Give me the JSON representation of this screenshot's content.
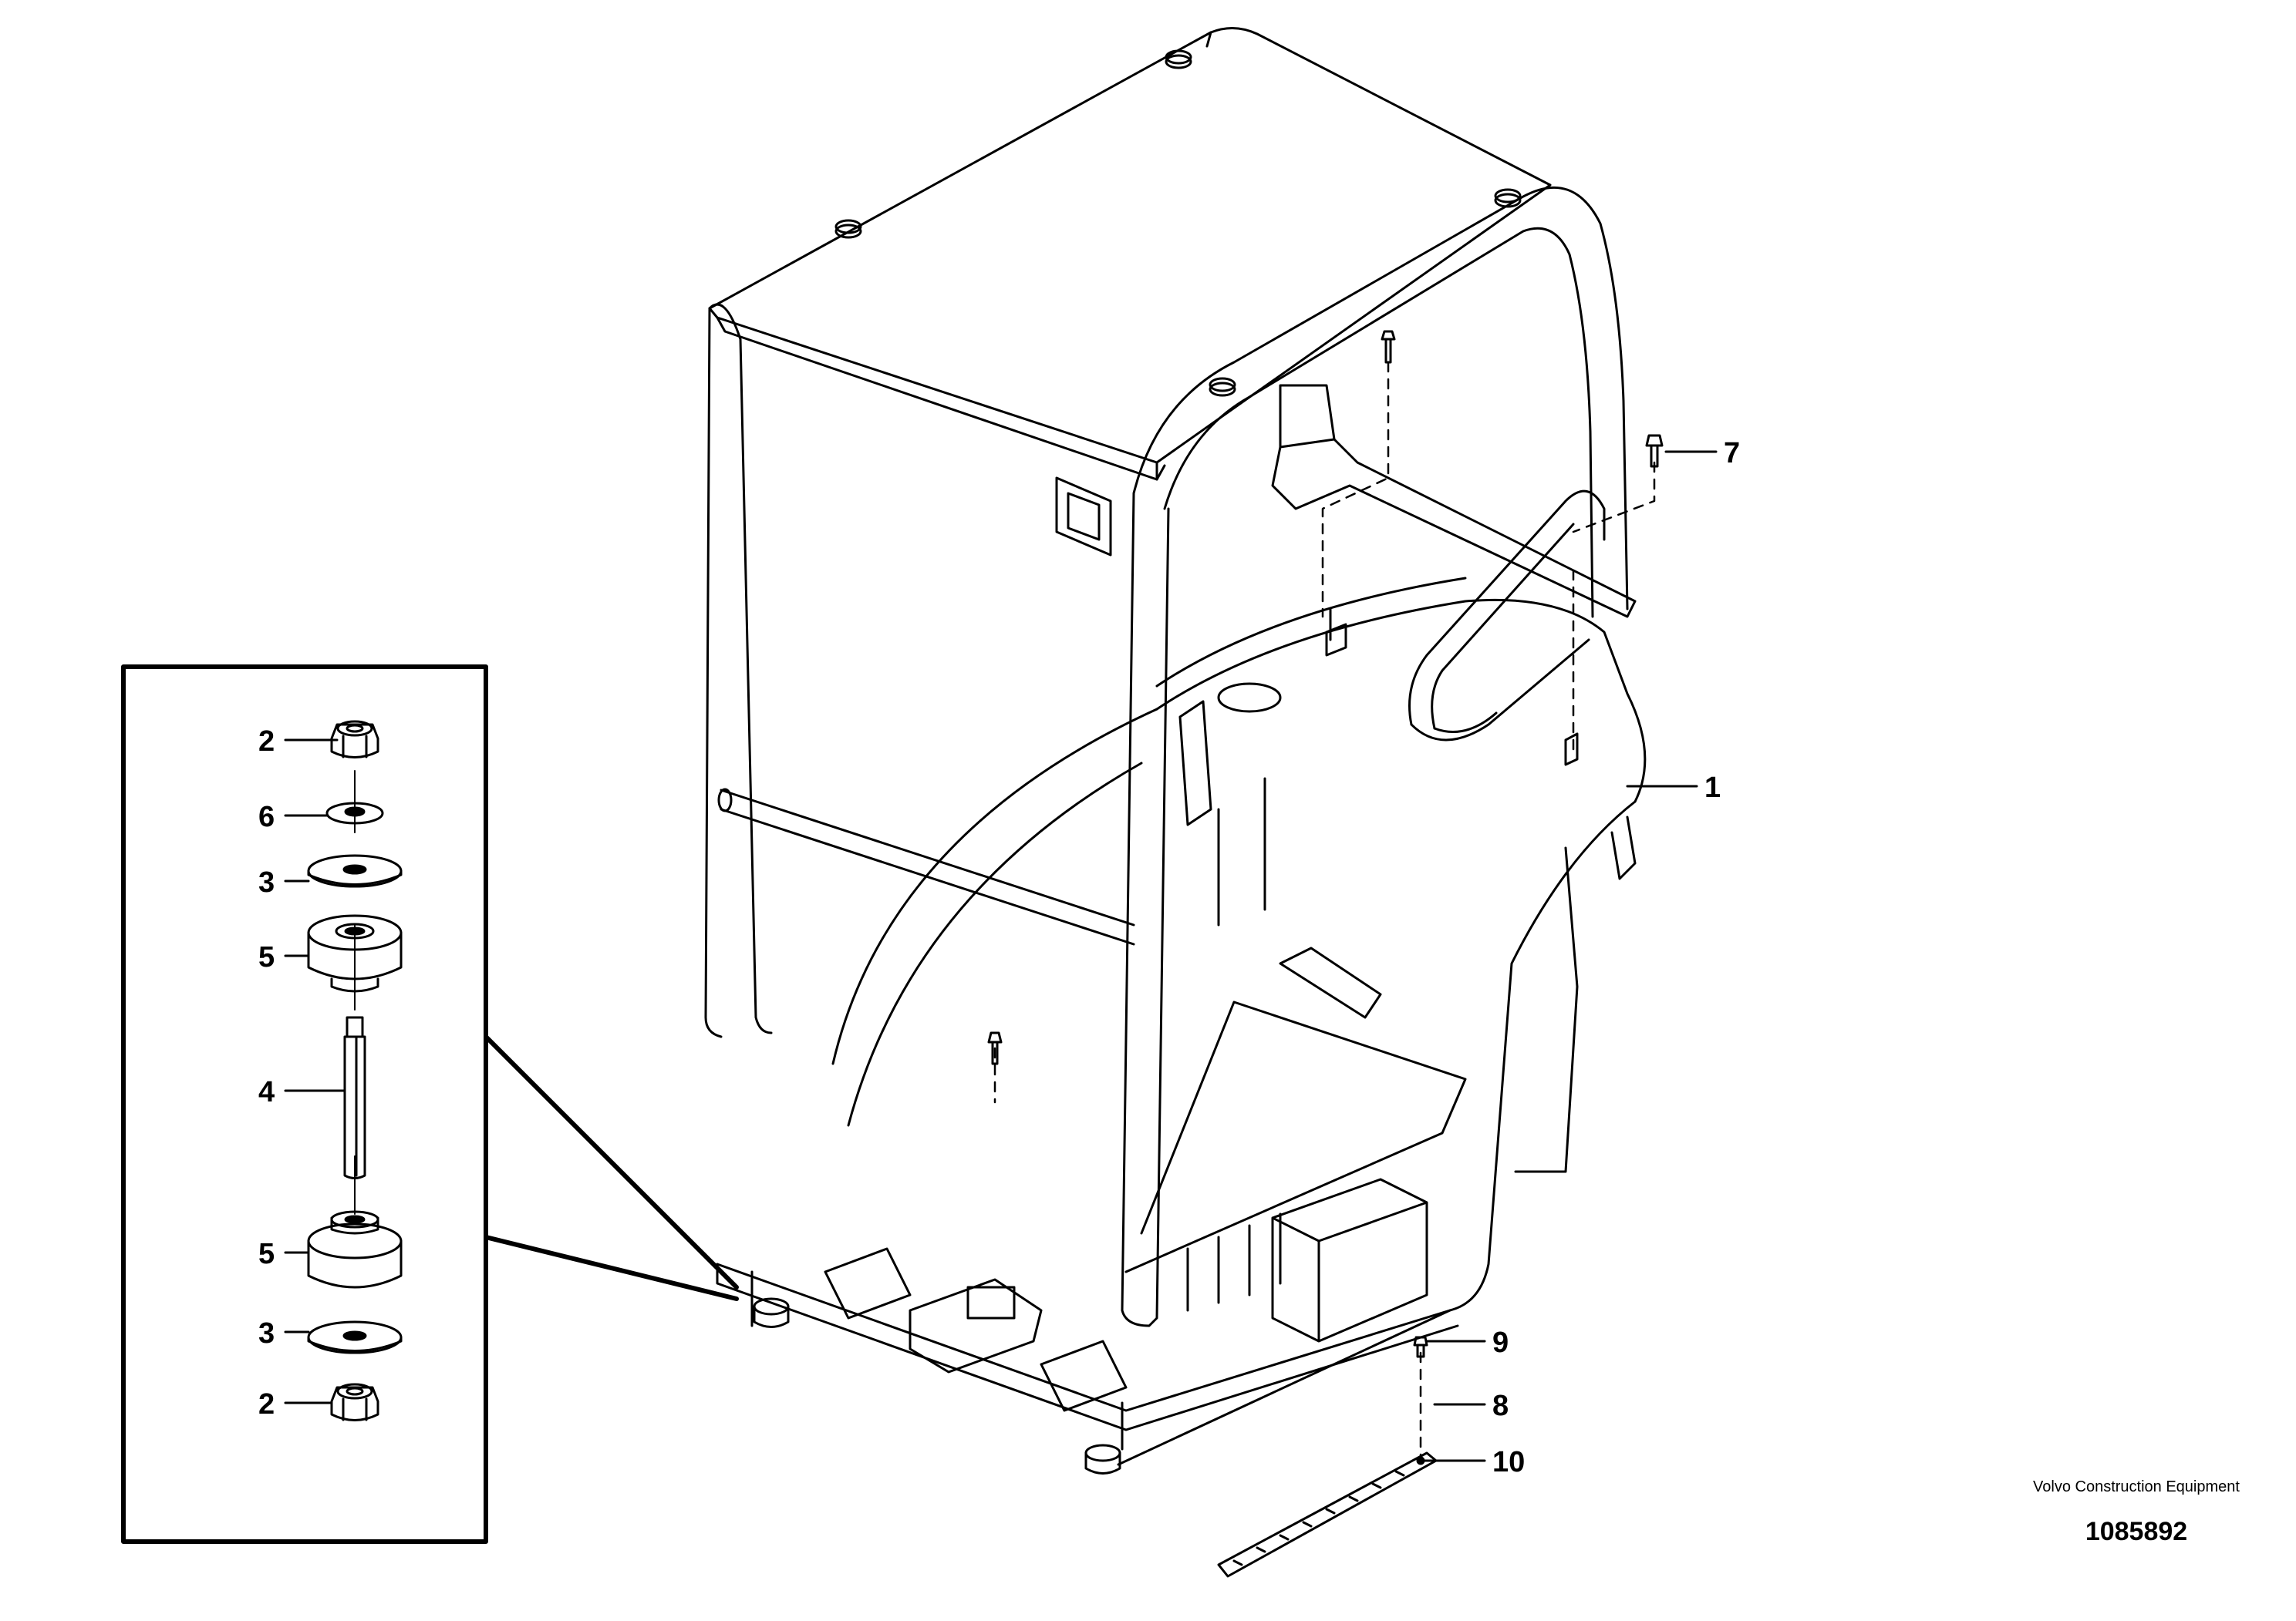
{
  "diagram": {
    "callouts": [
      "1",
      "2",
      "3",
      "4",
      "5",
      "6",
      "7",
      "8",
      "9",
      "10"
    ],
    "detail_callouts": [
      "2",
      "6",
      "3",
      "5",
      "4",
      "5",
      "3",
      "2"
    ]
  },
  "credit": {
    "company": "Volvo Construction Equipment",
    "drawing_number": "1085892"
  }
}
